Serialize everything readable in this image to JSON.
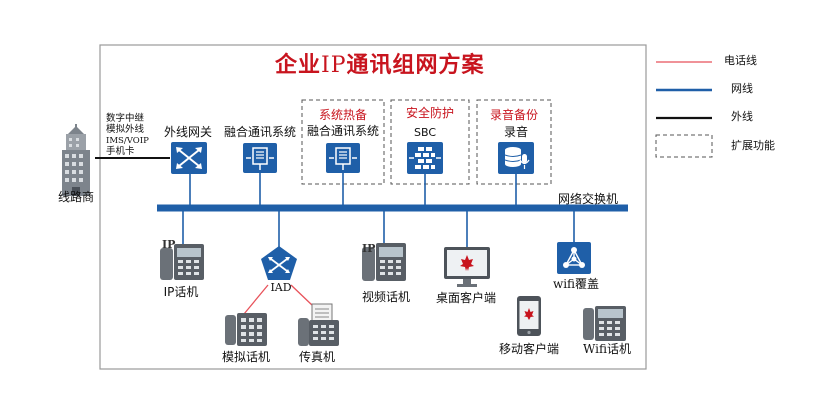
{
  "title": {
    "prefix": "企业",
    "ip": "IP",
    "suffix": "通讯组网方案"
  },
  "legend": {
    "phone_line": "电话线",
    "network_line": "网线",
    "external_line": "外线",
    "extension": "扩展功能"
  },
  "carrier": {
    "label": "线路商",
    "trunks": [
      "数字中继",
      "模拟外线",
      "IMS/VOIP",
      "手机卡"
    ]
  },
  "nodes": {
    "gateway": "外线网关",
    "ucs": "融合通讯系统",
    "ha_header": "系统热备",
    "ha_ucs": "融合通讯系统",
    "security_header": "安全防护",
    "sbc": "SBC",
    "recording_header": "录音备份",
    "recording": "录音",
    "switch": "网络交换机",
    "ip_phone_badge": "IP",
    "ip_phone": "IP话机",
    "iad": "IAD",
    "analog_phone": "模拟话机",
    "fax": "传真机",
    "video_phone_badge": "IP",
    "video_phone": "视频话机",
    "desktop_client": "桌面客户端",
    "wifi_coverage": "wifi覆盖",
    "mobile_client": "移动客户端",
    "wifi_phone": "Wifi话机"
  },
  "colors": {
    "title": "#c8141e",
    "phone_line": "#e8525a",
    "network_line": "#1f5fa8",
    "external_line": "#111111",
    "icon_blue": "#1f5fa8",
    "dashed_border": "#555555"
  }
}
